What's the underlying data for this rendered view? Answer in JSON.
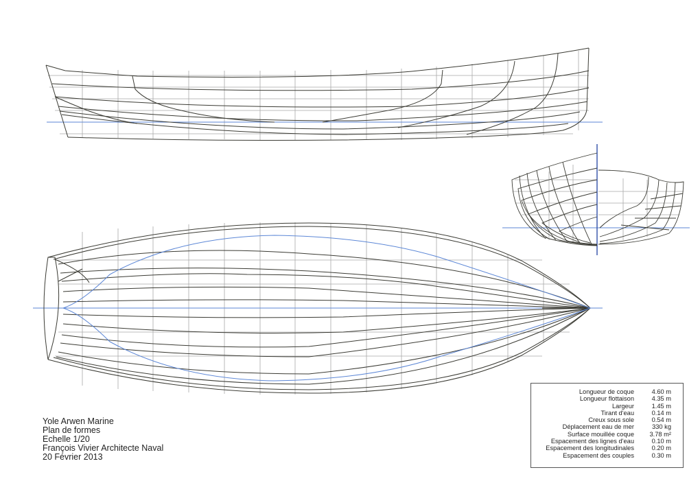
{
  "drawing": {
    "title": "Yole Arwen Marine",
    "subtitle": "Plan de formes",
    "scale": "Echelle 1/20",
    "architect": "François Vivier Architecte Naval",
    "date": "20 Février 2013",
    "views": [
      "profile-view",
      "body-plan-view",
      "half-breadth-plan-view"
    ],
    "colors": {
      "hull_lines": "#3a3a33",
      "grid": "#a9a9a9",
      "reference_lines": "#5b86d6",
      "background": "#ffffff"
    }
  },
  "specifications": [
    {
      "label": "Longueur de coque",
      "value": "4.60 m"
    },
    {
      "label": "Longueur flottaison",
      "value": "4.35 m"
    },
    {
      "label": "Largeur",
      "value": "1.45 m"
    },
    {
      "label": "Tirant d'eau",
      "value": "0.14 m"
    },
    {
      "label": "Creux sous sole",
      "value": "0.54 m"
    },
    {
      "label": "Déplacement eau de mer",
      "value": "330 kg"
    },
    {
      "label": "Surface mouillée coque",
      "value": "3.78 m²"
    },
    {
      "label": "Espacement des lignes d'eau",
      "value": "0.10 m"
    },
    {
      "label": "Espacement des longitudinales",
      "value": "0.20 m"
    },
    {
      "label": "Espacement des couples",
      "value": "0.30 m"
    }
  ]
}
